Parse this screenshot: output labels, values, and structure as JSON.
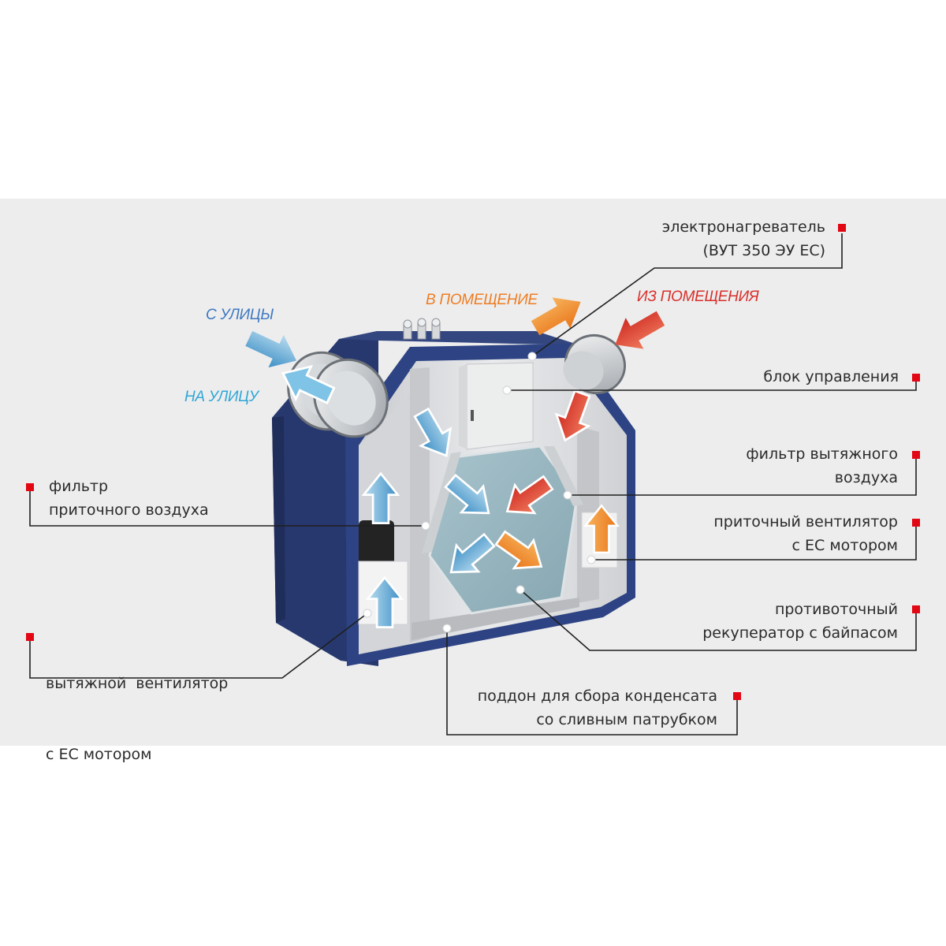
{
  "flows": {
    "from_street": "С УЛИЦЫ",
    "to_street": "НА УЛИЦУ",
    "to_room": "В ПОМЕЩЕНИЕ",
    "from_room": "ИЗ ПОМЕЩЕНИЯ"
  },
  "labels": {
    "heater": [
      "электронагреватель",
      "(ВУТ 350 ЭУ ЕС)"
    ],
    "control_unit": [
      "блок управления"
    ],
    "exhaust_filter": [
      "фильтр вытяжного",
      "воздуха"
    ],
    "supply_fan": [
      "приточный вентилятор",
      "с ЕС мотором"
    ],
    "recuperator": [
      "противоточный",
      "рекуператор с байпасом"
    ],
    "condensate_tray": [
      "поддон для сбора конденсата",
      "со сливным патрубком"
    ],
    "supply_filter": [
      "фильтр",
      "приточного воздуха"
    ],
    "exhaust_fan": [
      "вытяжной  вентилятор",
      "с ЕС мотором"
    ]
  },
  "colors": {
    "marker": "#e30613",
    "housing": "#2d4383",
    "supply": "#5aa9d6",
    "warm": "#f08a1c",
    "exhaust": "#d9302a",
    "from_street_text": "#3d78c0",
    "to_street_text": "#2fa6d6",
    "to_room_text": "#ee7d23",
    "from_room_text": "#d9302a"
  }
}
